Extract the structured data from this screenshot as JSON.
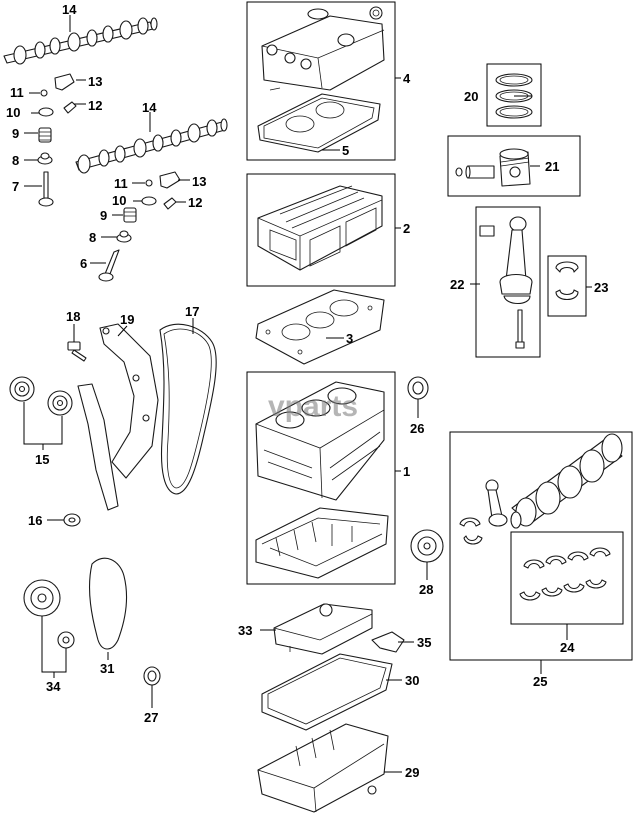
{
  "watermark": {
    "text": "vparts"
  },
  "callouts": {
    "c1": "1",
    "c2": "2",
    "c3": "3",
    "c4": "4",
    "c5": "5",
    "c6": "6",
    "c7": "7",
    "c8a": "8",
    "c8b": "8",
    "c9a": "9",
    "c9b": "9",
    "c10a": "10",
    "c10b": "10",
    "c11a": "11",
    "c11b": "11",
    "c12a": "12",
    "c12b": "12",
    "c13a": "13",
    "c13b": "13",
    "c14a": "14",
    "c14b": "14",
    "c15": "15",
    "c16": "16",
    "c17": "17",
    "c18": "18",
    "c19": "19",
    "c20": "20",
    "c21": "21",
    "c22": "22",
    "c23": "23",
    "c24": "24",
    "c25": "25",
    "c26": "26",
    "c27": "27",
    "c28": "28",
    "c29": "29",
    "c30": "30",
    "c31": "31",
    "c33": "33",
    "c34": "34",
    "c35": "35"
  }
}
